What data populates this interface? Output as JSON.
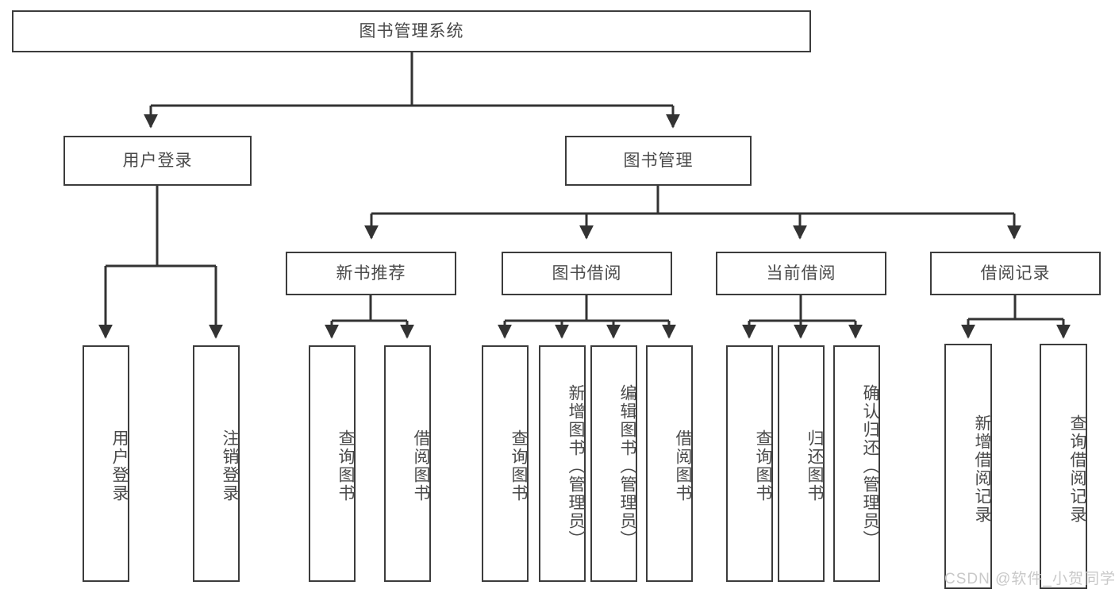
{
  "diagram": {
    "type": "tree-hierarchy-chart",
    "title": "图书管理系统",
    "background_color": "#ffffff",
    "box_border_color": "#3c3c3c",
    "text_color": "#4a4a4a",
    "connector_color": "#333333"
  },
  "nodes": {
    "root": {
      "label": "图书管理系统"
    },
    "level2": [
      {
        "id": "user-login",
        "label": "用户登录"
      },
      {
        "id": "book-management",
        "label": "图书管理"
      }
    ],
    "level3": [
      {
        "id": "new-book-recommend",
        "label": "新书推荐"
      },
      {
        "id": "book-borrow",
        "label": "图书借阅"
      },
      {
        "id": "current-borrow",
        "label": "当前借阅"
      },
      {
        "id": "borrow-record",
        "label": "借阅记录"
      }
    ],
    "leaves": {
      "user_login": [
        {
          "id": "leaf-user-login",
          "label": "用户登录"
        },
        {
          "id": "leaf-logout-login",
          "label": "注销登录"
        }
      ],
      "new_book_recommend": [
        {
          "id": "leaf-query-book-1",
          "label": "查询图书"
        },
        {
          "id": "leaf-borrow-book-1",
          "label": "借阅图书"
        }
      ],
      "book_borrow": [
        {
          "id": "leaf-query-book-2",
          "label": "查询图书"
        },
        {
          "id": "leaf-add-book",
          "label": "新增图书（管理员）"
        },
        {
          "id": "leaf-edit-book",
          "label": "编辑图书（管理员）"
        },
        {
          "id": "leaf-borrow-book-2",
          "label": "借阅图书"
        }
      ],
      "current_borrow": [
        {
          "id": "leaf-query-book-3",
          "label": "查询图书"
        },
        {
          "id": "leaf-return-book",
          "label": "归还图书"
        },
        {
          "id": "leaf-confirm-return",
          "label": "确认归还（管理员）"
        }
      ],
      "borrow_record": [
        {
          "id": "leaf-add-record",
          "label": "新增借阅记录"
        },
        {
          "id": "leaf-query-record",
          "label": "查询借阅记录"
        }
      ]
    }
  },
  "watermark": {
    "text": "CSDN @软件_小贺同学"
  }
}
